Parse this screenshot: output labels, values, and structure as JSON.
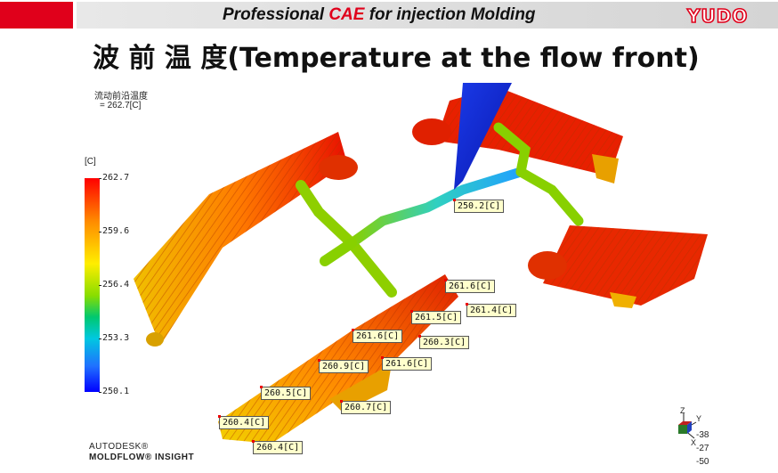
{
  "header": {
    "prefix": "Professional ",
    "highlight": "CAE",
    "suffix": " for injection Molding",
    "brand": "YUDO"
  },
  "title": "波 前 温 度(Temperature at the flow front)",
  "info": {
    "line1": "流动前沿温度",
    "line2": "= 262.7[C]"
  },
  "legend": {
    "unit": "[C]",
    "ticks": [
      "262.7",
      "259.6",
      "256.4",
      "253.3",
      "250.1"
    ]
  },
  "probes": [
    "250.2[C]",
    "261.6[C]",
    "261.4[C]",
    "261.5[C]",
    "261.6[C]",
    "260.3[C]",
    "260.9[C]",
    "261.6[C]",
    "260.5[C]",
    "260.7[C]",
    "260.4[C]",
    "260.4[C]"
  ],
  "logo": {
    "line1": "AUTODESK®",
    "line2": "MOLDFLOW® INSIGHT"
  },
  "axes": {
    "z": "Z",
    "y": "Y",
    "x": "X",
    "v1": "-38",
    "v2": "-27",
    "v3": "-50"
  },
  "colors": {
    "brand_red": "#e0001b",
    "hot": "#ff0000",
    "cold": "#0000ff"
  }
}
